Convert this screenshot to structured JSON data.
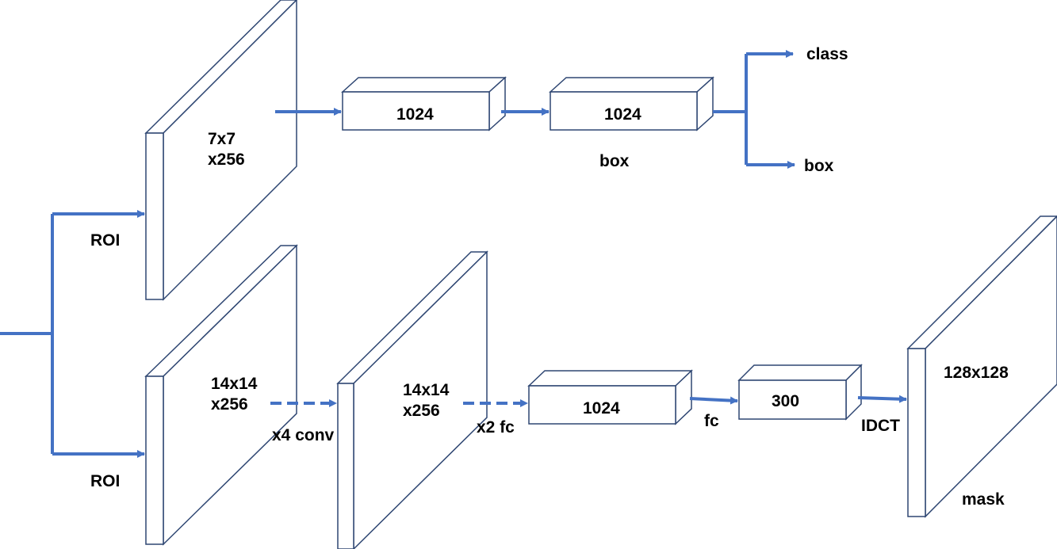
{
  "colors": {
    "arrow": "#4472c4",
    "outline": "#2e4672",
    "fill": "#ffffff",
    "text": "#000000"
  },
  "labels": {
    "roi_top": "ROI",
    "roi_bottom": "ROI",
    "feat_top": "7x7\nx256",
    "fc1_top": "1024",
    "fc2_top": "1024",
    "box_below": "box",
    "out_class": "class",
    "out_box": "box",
    "feat_bottom": "14x14\nx256",
    "conv_op": "x4 conv",
    "feat_mid": "14x14\nx256",
    "fc_op": "x2 fc",
    "fc_bottom": "1024",
    "fc_label": "fc",
    "vec_300": "300",
    "idct_op": "IDCT",
    "mask_size": "128x128",
    "mask_label": "mask"
  }
}
